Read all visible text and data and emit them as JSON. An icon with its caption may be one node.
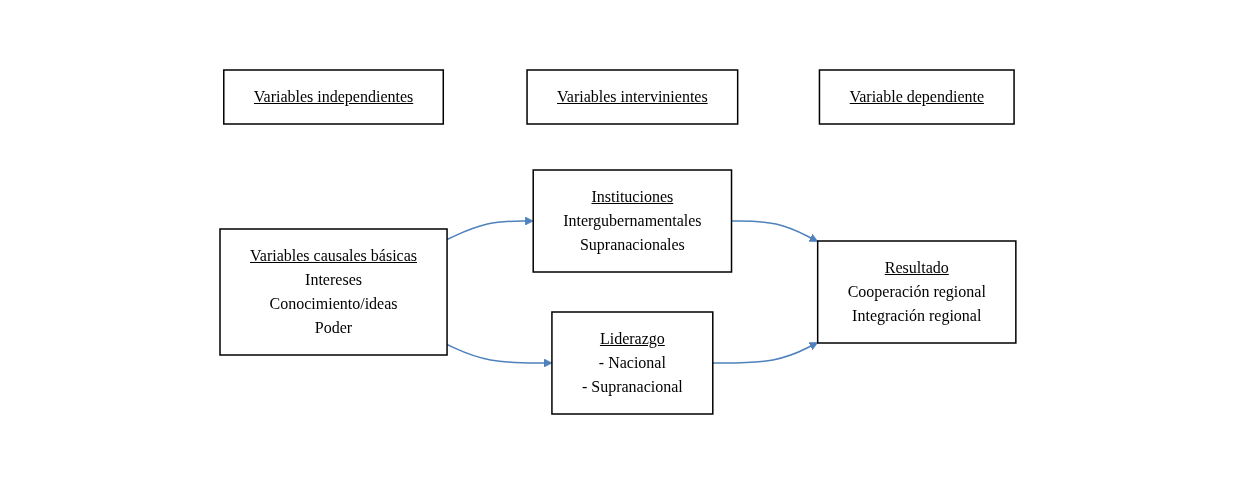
{
  "diagram": {
    "nodes": [
      {
        "text": [
          "Variables independientes"
        ]
      },
      {
        "text": [
          "Variables intervinientes"
        ]
      },
      {
        "text": [
          "Variable dependiente"
        ]
      },
      {
        "text": [
          "Variables causales básicas",
          "Intereses",
          "Conocimiento/ideas",
          "Poder"
        ]
      },
      {
        "text": [
          "Instituciones",
          "Intergubernamentales",
          "Supranacionales"
        ]
      },
      {
        "text": [
          "Resultado",
          "Cooperación regional",
          "Integración regional"
        ]
      },
      {
        "text": [
          "Liderazgo",
          "- Nacional",
          "- Supranacional"
        ]
      }
    ],
    "edges": [
      {
        "from": 3,
        "to": 4,
        "arrow": "to"
      },
      {
        "from": 4,
        "to": 5,
        "arrow": "to"
      },
      {
        "from": 3,
        "to": 6,
        "arrow": "to"
      },
      {
        "from": 6,
        "to": 5,
        "arrow": "to"
      }
    ]
  }
}
